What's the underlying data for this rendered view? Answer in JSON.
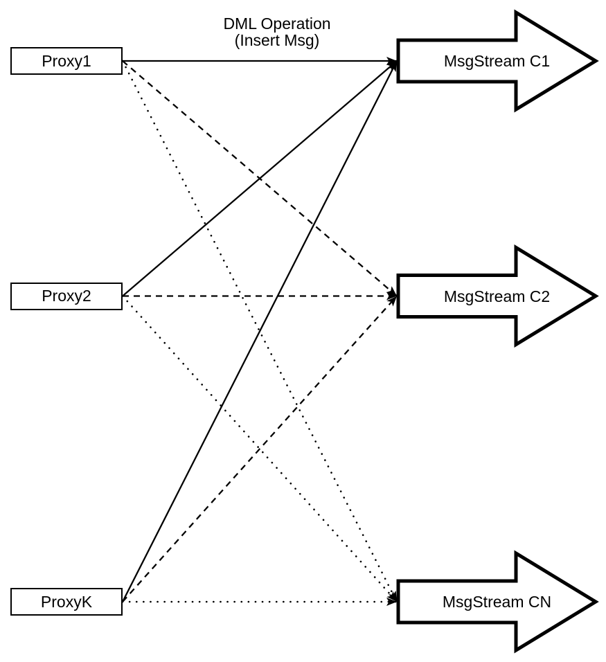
{
  "diagram": {
    "background_color": "#ffffff",
    "line_color": "#000000",
    "annotation": {
      "line1": "DML Operation",
      "line2": "(Insert Msg)"
    },
    "proxies": [
      {
        "id": "proxy1",
        "label": "Proxy1"
      },
      {
        "id": "proxy2",
        "label": "Proxy2"
      },
      {
        "id": "proxyk",
        "label": "ProxyK"
      }
    ],
    "streams": [
      {
        "id": "c1",
        "label": "MsgStream C1"
      },
      {
        "id": "c2",
        "label": "MsgStream C2"
      },
      {
        "id": "cn",
        "label": "MsgStream CN"
      }
    ],
    "edges": [
      {
        "from": "proxy1",
        "to": "c1",
        "style": "solid"
      },
      {
        "from": "proxy1",
        "to": "c2",
        "style": "dashed"
      },
      {
        "from": "proxy1",
        "to": "cn",
        "style": "dotted"
      },
      {
        "from": "proxy2",
        "to": "c1",
        "style": "solid"
      },
      {
        "from": "proxy2",
        "to": "c2",
        "style": "dashed"
      },
      {
        "from": "proxy2",
        "to": "cn",
        "style": "dotted"
      },
      {
        "from": "proxyk",
        "to": "c1",
        "style": "solid"
      },
      {
        "from": "proxyk",
        "to": "c2",
        "style": "dashed"
      },
      {
        "from": "proxyk",
        "to": "cn",
        "style": "dotted"
      }
    ]
  }
}
